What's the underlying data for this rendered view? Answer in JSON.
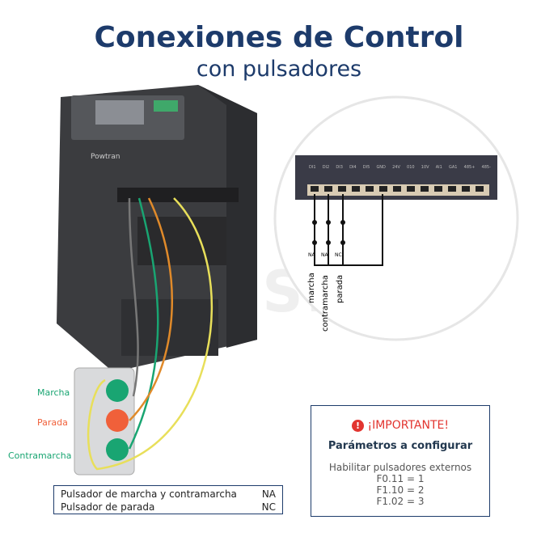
{
  "title": "Conexiones de Control",
  "subtitle": "con pulsadores",
  "watermark": "WAiSENS",
  "brand": "Powtran",
  "terminals": [
    "DI1",
    "DI2",
    "DI3",
    "DI4",
    "DI5",
    "GND",
    "24V",
    "010",
    "10V",
    "AI1",
    "GA1",
    "485+",
    "485-"
  ],
  "switch_types": [
    "NA",
    "NA",
    "NC"
  ],
  "switch_names": [
    "marcha",
    "contramarcha",
    "parada"
  ],
  "buttons": [
    {
      "label": "Marcha",
      "color": "#19a572"
    },
    {
      "label": "Parada",
      "color": "#f0603a"
    },
    {
      "label": "Contramarcha",
      "color": "#19a572"
    }
  ],
  "legend": [
    {
      "name": "Pulsador de marcha y contramarcha",
      "type": "NA"
    },
    {
      "name": "Pulsador de parada",
      "type": "NC"
    }
  ],
  "important": {
    "heading": "¡IMPORTANTE!",
    "subheading": "Parámetros a configurar",
    "desc": "Habilitar pulsadores externos",
    "params": [
      "F0.11 = 1",
      "F1.10 = 2",
      "F1.02 = 3"
    ]
  }
}
